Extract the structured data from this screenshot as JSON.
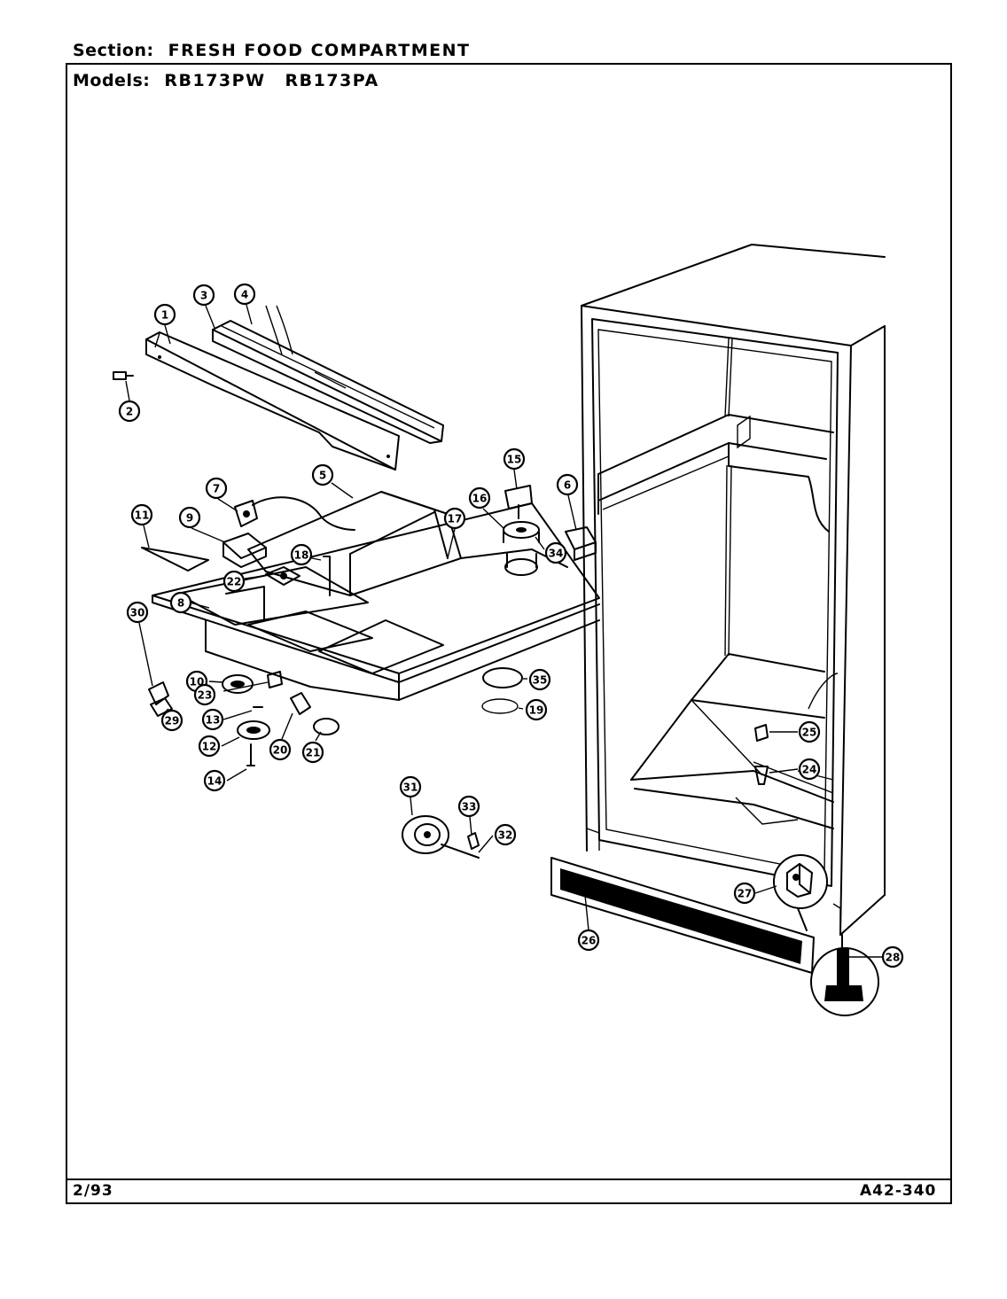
{
  "header": {
    "section_label": "Section:",
    "section_value": "FRESH FOOD COMPARTMENT",
    "models_label": "Models:",
    "model_1": "RB173PW",
    "model_2": "RB173PA"
  },
  "footer": {
    "date": "2/93",
    "code": "A42-340"
  },
  "callouts": [
    "1",
    "2",
    "3",
    "4",
    "5",
    "6",
    "7",
    "8",
    "9",
    "10",
    "11",
    "12",
    "13",
    "14",
    "15",
    "16",
    "17",
    "18",
    "19",
    "20",
    "21",
    "22",
    "23",
    "24",
    "25",
    "26",
    "27",
    "28",
    "29",
    "30",
    "31",
    "32",
    "33",
    "34",
    "35"
  ]
}
